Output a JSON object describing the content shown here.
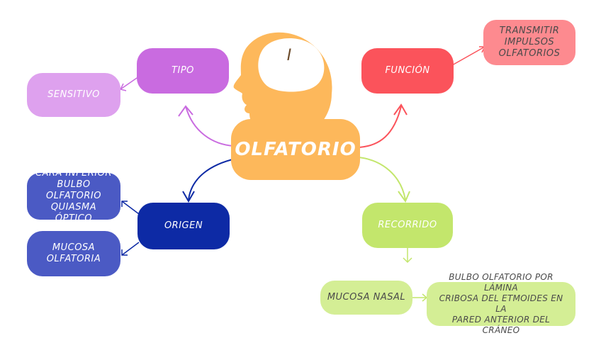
{
  "colors": {
    "center": "#fdb85b",
    "head": "#fdb85b",
    "tipo": "#c96be0",
    "sensitivo": "#dea1ee",
    "funcion": "#fb535b",
    "transmitir": "#fd8a8f",
    "origen": "#0d2aa5",
    "origen_children": "#4b5ac4",
    "recorrido": "#c3e66c",
    "recorrido_children": "#d4ee95"
  },
  "nodes": {
    "roman": "I",
    "center": "OLFATORIO",
    "tipo": "TIPO",
    "sensitivo": "SENSITIVO",
    "funcion": "FUNCIÓN",
    "transmitir": "TRANSMITIR\nIMPULSOS\nOLFATORIOS",
    "origen": "ORIGEN",
    "cara_inferior": "CARA INFERIOR\nBULBO OLFATORIO\nQUIASMA ÓPTICO",
    "mucosa_olfatoria": "MUCOSA\nOLFATORIA",
    "recorrido": "RECORRIDO",
    "mucosa_nasal": "MUCOSA NASAL",
    "bulbo_lamina": "BULBO OLFATORIO POR LÁMINA\nCRIBOSA DEL ETMOIDES EN LA\nPARED ANTERIOR DEL CRÁNEO"
  },
  "icons": {
    "head": "head-silhouette-icon"
  }
}
